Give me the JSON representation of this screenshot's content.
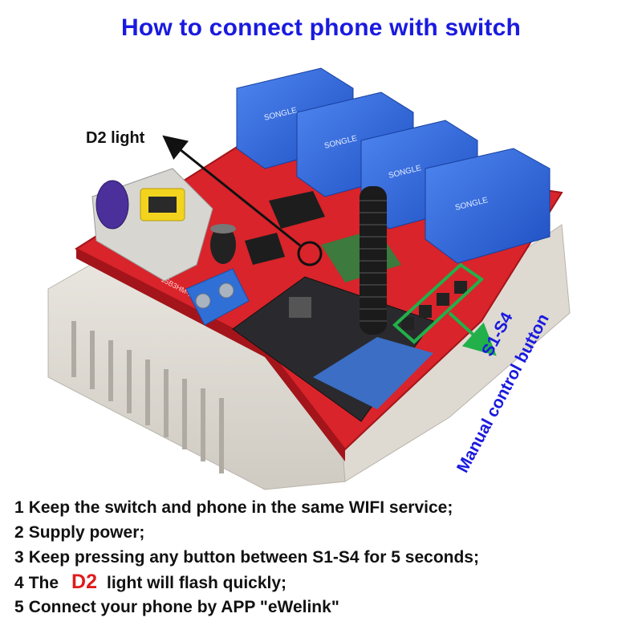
{
  "title": "How to connect phone with switch",
  "labels": {
    "d2_light": "D2 light",
    "s1_s4": "S1-S4",
    "manual_button": "Manual control button"
  },
  "steps": [
    {
      "num": "1",
      "text": "Keep the switch and phone in the same WIFI service;"
    },
    {
      "num": "2",
      "text": "Supply power;"
    },
    {
      "num": "3",
      "text": "Keep pressing any button between S1-S4 for 5 seconds;"
    },
    {
      "num": "4",
      "pre": "The",
      "highlight": "D2",
      "post": "light will flash quickly;"
    },
    {
      "num": "5",
      "text": "Connect your phone by APP \"eWelink\""
    }
  ],
  "board_marking": "15B3HM-19",
  "colors": {
    "title": "#1a1adf",
    "pcb": "#d8242a",
    "relay": "#2c5fd6",
    "highlight": "#e01b1b",
    "callout_box": "#22b04a"
  }
}
